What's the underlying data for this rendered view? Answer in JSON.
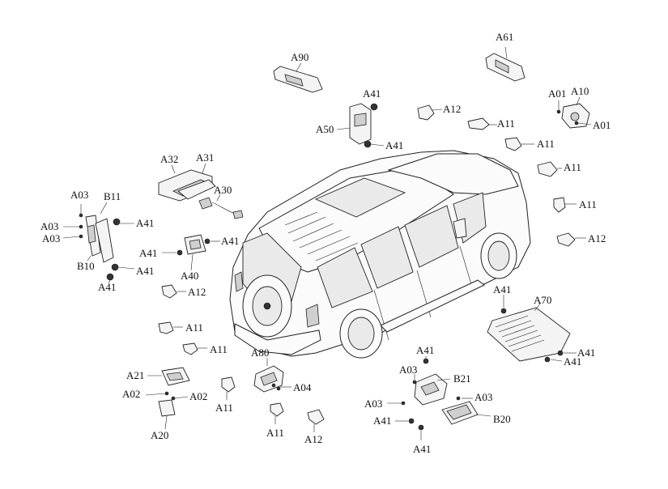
{
  "callouts": [
    {
      "id": "A90",
      "text": "A90"
    },
    {
      "id": "A61",
      "text": "A61"
    },
    {
      "id": "A41_a50top",
      "text": "A41"
    },
    {
      "id": "A50",
      "text": "A50"
    },
    {
      "id": "A41_a50bot",
      "text": "A41"
    },
    {
      "id": "A12_top",
      "text": "A12"
    },
    {
      "id": "A01_top",
      "text": "A01"
    },
    {
      "id": "A10",
      "text": "A10"
    },
    {
      "id": "A01_right",
      "text": "A01"
    },
    {
      "id": "A11_r1",
      "text": "A11"
    },
    {
      "id": "A11_r2",
      "text": "A11"
    },
    {
      "id": "A11_r3",
      "text": "A11"
    },
    {
      "id": "A11_r4",
      "text": "A11"
    },
    {
      "id": "A12_right",
      "text": "A12"
    },
    {
      "id": "A32",
      "text": "A32"
    },
    {
      "id": "A31",
      "text": "A31"
    },
    {
      "id": "A30",
      "text": "A30"
    },
    {
      "id": "A03_b11",
      "text": "A03"
    },
    {
      "id": "B11",
      "text": "B11"
    },
    {
      "id": "A03_l1",
      "text": "A03"
    },
    {
      "id": "A41_b11",
      "text": "A41"
    },
    {
      "id": "A03_l2",
      "text": "A03"
    },
    {
      "id": "A41_a40l",
      "text": "A41"
    },
    {
      "id": "A41_a40r",
      "text": "A41"
    },
    {
      "id": "B10",
      "text": "B10"
    },
    {
      "id": "A41_b10r",
      "text": "A41"
    },
    {
      "id": "A40",
      "text": "A40"
    },
    {
      "id": "A41_b10b",
      "text": "A41"
    },
    {
      "id": "A12_left",
      "text": "A12"
    },
    {
      "id": "A11_l1",
      "text": "A11"
    },
    {
      "id": "A11_l2",
      "text": "A11"
    },
    {
      "id": "A80",
      "text": "A80"
    },
    {
      "id": "A21",
      "text": "A21"
    },
    {
      "id": "A04",
      "text": "A04"
    },
    {
      "id": "A02_l",
      "text": "A02"
    },
    {
      "id": "A02_r",
      "text": "A02"
    },
    {
      "id": "A11_b1",
      "text": "A11"
    },
    {
      "id": "A20",
      "text": "A20"
    },
    {
      "id": "A11_b2",
      "text": "A11"
    },
    {
      "id": "A12_bot",
      "text": "A12"
    },
    {
      "id": "A41_a70",
      "text": "A41"
    },
    {
      "id": "A70",
      "text": "A70"
    },
    {
      "id": "A41_a70r",
      "text": "A41"
    },
    {
      "id": "A41_a70b",
      "text": "A41"
    },
    {
      "id": "A41_b21top",
      "text": "A41"
    },
    {
      "id": "A03_b21",
      "text": "A03"
    },
    {
      "id": "B21",
      "text": "B21"
    },
    {
      "id": "A03_b21l",
      "text": "A03"
    },
    {
      "id": "A03_b21r",
      "text": "A03"
    },
    {
      "id": "A41_b20l",
      "text": "A41"
    },
    {
      "id": "B20",
      "text": "B20"
    },
    {
      "id": "A41_b20b",
      "text": "A41"
    }
  ]
}
